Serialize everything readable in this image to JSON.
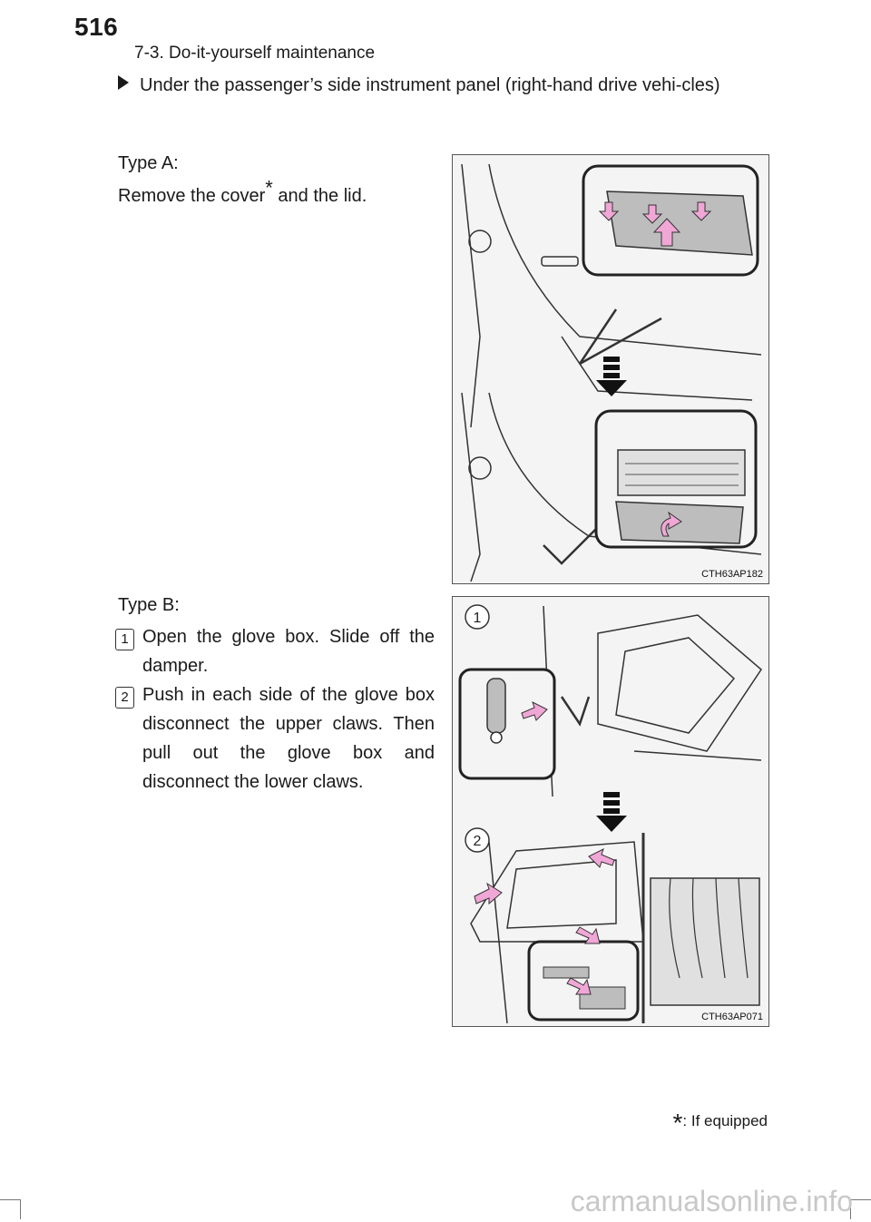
{
  "header": {
    "page_number": "516",
    "section": "7-3. Do-it-yourself maintenance"
  },
  "bullet": {
    "text": "Under the passenger’s side instrument panel (right-hand drive vehi-cles)"
  },
  "type_a": {
    "label": "Type A:",
    "instruction_before": "Remove the cover",
    "asterisk": "*",
    "instruction_after": " and the lid."
  },
  "type_b": {
    "label": "Type B:",
    "steps": [
      {
        "number": "1",
        "text": "Open the glove box. Slide off the damper."
      },
      {
        "number": "2",
        "text": "Push in each side of the glove box disconnect the upper claws. Then pull out the glove box and disconnect the lower claws."
      }
    ]
  },
  "figures": {
    "fig_a_code": "CTH63AP182",
    "fig_b_code": "CTH63AP071",
    "fig_b_callout_1": "1",
    "fig_b_callout_2": "2"
  },
  "footnote": {
    "asterisk": "*",
    "text": ": If equipped"
  },
  "watermark": "carmanualsonline.info",
  "colors": {
    "arrow_pink": "#f0a7d6",
    "line": "#333333",
    "panel_fill": "#bdbdbd"
  }
}
